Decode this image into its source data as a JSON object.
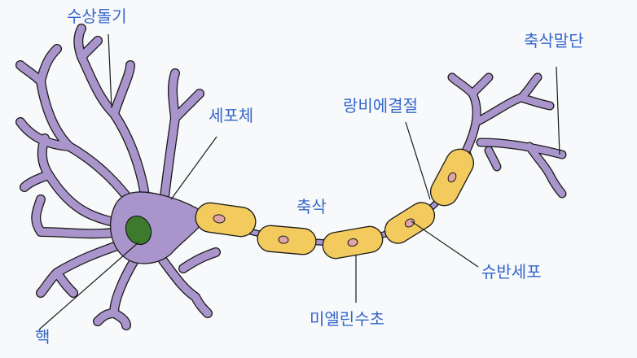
{
  "labels": {
    "dendrite": "수상돌기",
    "soma": "세포체",
    "nucleus": "핵",
    "axon": "축삭",
    "node_of_ranvier": "랑비에결절",
    "schwann_cell": "슈반세포",
    "myelin_sheath": "미엘린수초",
    "axon_terminal": "축삭말단"
  },
  "colors": {
    "label_text": "#3366cc",
    "cell_body": "#a995cc",
    "cell_outline": "#1a1a1a",
    "nucleus": "#3d7a2e",
    "myelin": "#f2ca5e",
    "schwann_nucleus": "#dfa3a8",
    "background": "#f8f9fa"
  }
}
